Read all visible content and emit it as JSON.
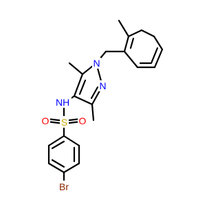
{
  "molecule": {
    "atoms": {
      "nh": {
        "text": "N",
        "sub": "H"
      },
      "s": {
        "text": "S"
      },
      "o1": {
        "text": "O"
      },
      "o2": {
        "text": "O"
      },
      "n1": {
        "text": "N"
      },
      "n2": {
        "text": "N"
      },
      "br": {
        "text": "Br"
      }
    }
  },
  "colors": {
    "bond": "#000000",
    "nitrogen": "#0000ff",
    "sulfur": "#c8a800",
    "oxygen": "#ff0000",
    "bromine": "#8b2500"
  }
}
